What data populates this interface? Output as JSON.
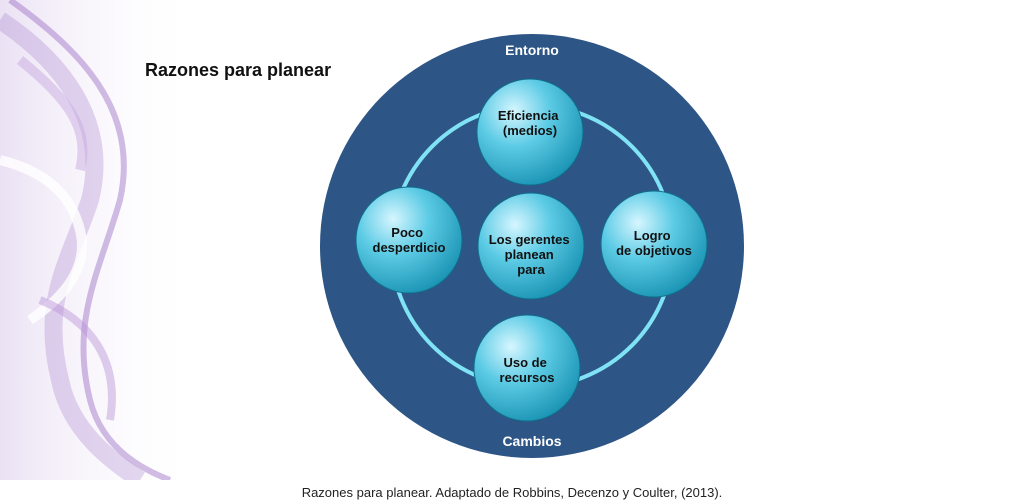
{
  "title": "Razones para planear",
  "diagram": {
    "outer_top_label": "Entorno",
    "outer_bottom_label": "Cambios",
    "center": [
      "Los gerentes",
      "planean",
      "para"
    ],
    "top": [
      "Eficiencia",
      "(medios)"
    ],
    "left": [
      "Poco",
      "desperdicio"
    ],
    "right": [
      "Logro",
      "de objetivos"
    ],
    "bottom": [
      "Uso de",
      "recursos"
    ],
    "colors": {
      "outer": "#2d5585",
      "ring": "#7fe3f5",
      "bubble": "#29b6d3"
    }
  },
  "caption": "Razones para planear. Adaptado de Robbins, Decenzo y Coulter, (2013)."
}
